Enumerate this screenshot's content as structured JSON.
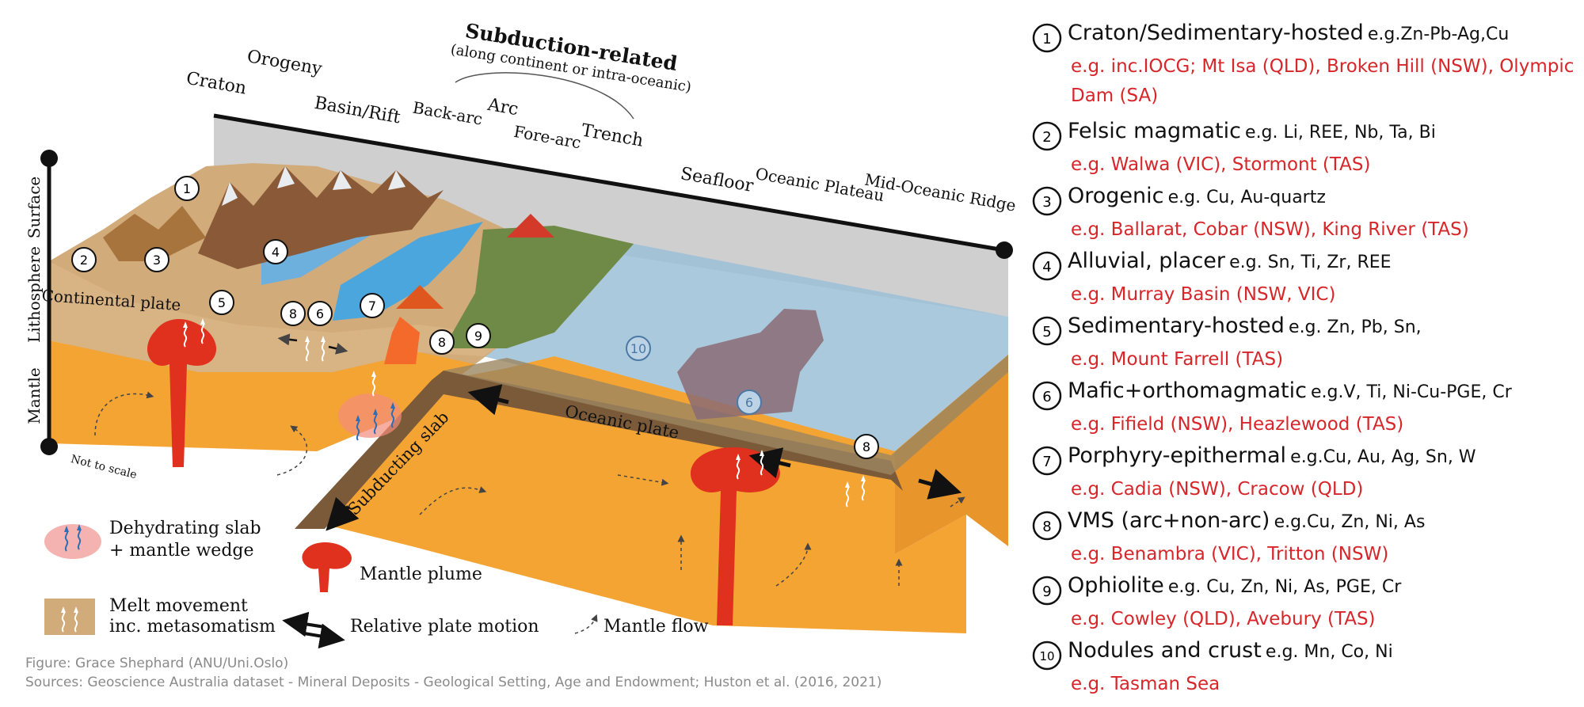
{
  "title": "Subduction-related",
  "subtitle": "(along continent or intra-oceanic)",
  "settings": [
    "Craton",
    "Orogeny",
    "Basin/Rift",
    "Back-arc",
    "Arc",
    "Fore-arc",
    "Trench",
    "Seafloor",
    "Oceanic Plateau",
    "Mid-Oceanic Ridge"
  ],
  "depth_labels": [
    "Surface",
    "Lithosphere",
    "Mantle"
  ],
  "diagram_labels": {
    "continental_plate": "Continental plate",
    "oceanic_plate": "Oceanic plate",
    "subducting_slab": "Subducting slab",
    "not_to_scale": "Not to scale"
  },
  "key": {
    "dehydrating": "Dehydrating slab + mantle wedge",
    "mantle_plume": "Mantle plume",
    "melt_movement": "Melt movement inc. metasomatism",
    "relative_motion": "Relative plate motion",
    "mantle_flow": "Mantle flow"
  },
  "deposits": [
    {
      "num": "1",
      "name": "Craton/Sedimentary-hosted",
      "eg": "e.g.Zn-Pb-Ag,Cu",
      "examples": "e.g. inc.IOCG; Mt Isa (QLD), Broken Hill (NSW), Olympic Dam (SA)"
    },
    {
      "num": "2",
      "name": "Felsic magmatic",
      "eg": "e.g. Li, REE, Nb, Ta, Bi",
      "examples": "e.g. Walwa (VIC), Stormont (TAS)"
    },
    {
      "num": "3",
      "name": "Orogenic",
      "eg": "e.g. Cu, Au-quartz",
      "examples": "e.g. Ballarat, Cobar (NSW), King River (TAS)"
    },
    {
      "num": "4",
      "name": "Alluvial, placer",
      "eg": "e.g. Sn, Ti, Zr, REE",
      "examples": "e.g. Murray Basin (NSW, VIC)"
    },
    {
      "num": "5",
      "name": "Sedimentary-hosted",
      "eg": "e.g. Zn, Pb, Sn,",
      "examples": "e.g. Mount Farrell (TAS)"
    },
    {
      "num": "6",
      "name": "Mafic+orthomagmatic",
      "eg": "e.g.V, Ti, Ni-Cu-PGE, Cr",
      "examples": "e.g. Fifield (NSW), Heazlewood (TAS)"
    },
    {
      "num": "7",
      "name": "Porphyry-epithermal",
      "eg": "e.g.Cu, Au, Ag, Sn, W",
      "examples": "e.g. Cadia (NSW), Cracow (QLD)"
    },
    {
      "num": "8",
      "name": "VMS (arc+non-arc)",
      "eg": "e.g.Cu, Zn, Ni, As",
      "examples": "e.g. Benambra (VIC), Tritton (NSW)"
    },
    {
      "num": "9",
      "name": "Ophiolite",
      "eg": "e.g. Cu, Zn, Ni, As, PGE, Cr",
      "examples": "e.g. Cowley (QLD), Avebury (TAS)"
    },
    {
      "num": "10",
      "name": "Nodules and crust",
      "eg": "e.g. Mn, Co, Ni",
      "examples": "e.g. Tasman Sea"
    }
  ],
  "credits": {
    "figure": "Figure: Grace Shephard (ANU/Uni.Oslo)",
    "sources": "Sources: Geoscience Australia dataset - Mineral Deposits - Geological Setting, Age and Endowment; Huston et al. (2016, 2021)"
  }
}
